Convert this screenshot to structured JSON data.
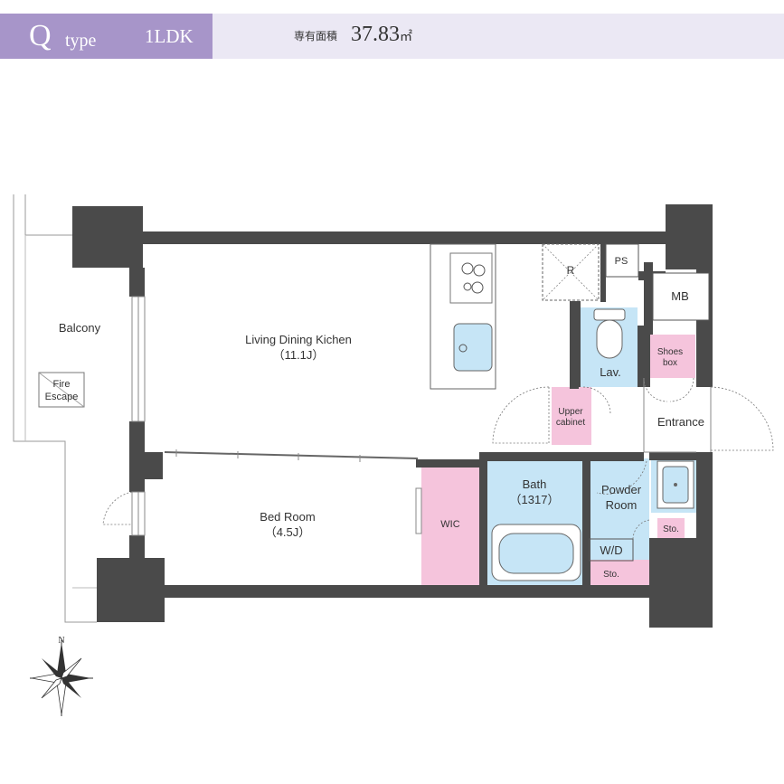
{
  "header": {
    "type_letter": "Q",
    "type_word": "type",
    "layout_code": "1LDK",
    "area_label": "専有面積",
    "area_value": "37.83",
    "area_unit": "㎡"
  },
  "rooms": {
    "balcony": "Balcony",
    "fire_escape_line1": "Fire",
    "fire_escape_line2": "Escape",
    "ldk_name": "Living Dining Kichen",
    "ldk_size": "（11.1J）",
    "bedroom_name": "Bed Room",
    "bedroom_size": "（4.5J）",
    "wic": "WIC",
    "bath_name": "Bath",
    "bath_size": "（1317）",
    "powder_line1": "Powder",
    "powder_line2": "Room",
    "lav": "Lav.",
    "upper_cabinet_line1": "Upper",
    "upper_cabinet_line2": "cabinet",
    "shoes_box_line1": "Shoes",
    "shoes_box_line2": "box",
    "entrance": "Entrance",
    "mb": "MB",
    "ps": "PS",
    "refrigerator": "R",
    "wd": "W/D",
    "storage": "Sto.",
    "storage2": "Sto."
  },
  "compass": {
    "north_label": "N"
  },
  "colors": {
    "header_bar": "#ebe8f4",
    "header_tab": "#a795c9",
    "wall": "#4a4a4a",
    "wet_area": "#c6e5f6",
    "storage_pink": "#f5c4dc"
  }
}
